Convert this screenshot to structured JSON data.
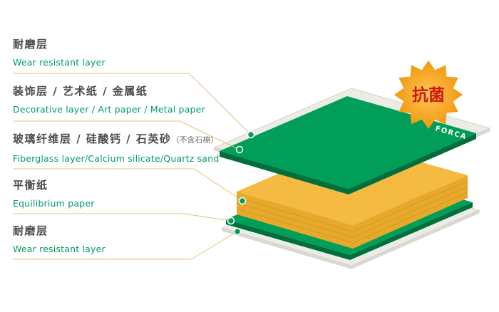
{
  "labels": [
    {
      "zh": "耐磨层",
      "en": "Wear resistant layer"
    },
    {
      "zh": "装饰层 / 艺术纸 / 金属纸",
      "en": "Decorative layer / Art paper / Metal paper"
    },
    {
      "zh": "玻璃纤维层 / 硅酸钙 / 石英砂",
      "note": "（不含石棉）",
      "en": "Fiberglass layer/Calcium silicate/Quartz sand"
    },
    {
      "zh": "平衡纸",
      "en": "Equilibrium paper"
    },
    {
      "zh": "耐磨层",
      "en": "Wear resistant layer"
    }
  ],
  "badge": {
    "text": "抗菌"
  },
  "brand": {
    "text": "FORCA"
  },
  "colors": {
    "green": "#009E58",
    "green_dark": "#006F3D",
    "yellow": "#F4BA41",
    "yellow_side": "#E7A92B",
    "yellow_stripe": "#CE9320",
    "paper": "#ECECE6",
    "paper_side": "#DADAD2",
    "leader_line": "#E0C37A",
    "dot": "#009E58",
    "badge_orange": "#F0990F",
    "badge_orange_light": "#FFC554",
    "badge_text": "#CC1A12",
    "label_zh": "#4A4A4A",
    "label_en": "#009E58"
  }
}
